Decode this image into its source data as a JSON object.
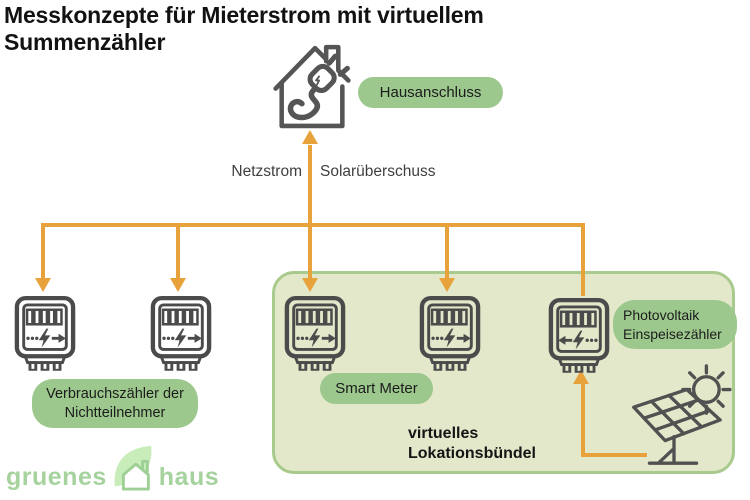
{
  "title": "Messkonzepte für Mieterstrom mit virtuellem Summenzähler",
  "diagram": {
    "hausanschluss_label": "Hausanschluss",
    "netzstrom_label": "Netzstrom",
    "solarueberschuss_label": "Solarüberschuss",
    "verbrauchszaehler_label": "Verbrauchszähler der Nichtteilnehmer",
    "smart_meter_label": "Smart Meter",
    "pv_meter_label": "Photovoltaik Einspeisezähler",
    "bundle_label": "virtuelles Lokationsbündel"
  },
  "logo": {
    "text_left": "gruenes",
    "text_right": "haus"
  },
  "icons": {
    "house": "house-with-plug-icon",
    "consumption_meter": "electricity-meter-icon",
    "pv_meter": "pv-feed-in-meter-icon",
    "solar": "solar-panel-with-sun-icon",
    "logo_icon": "leaf-house-logo-icon"
  },
  "colors": {
    "arrow": "#e8a23c",
    "pill": "#9dc88d",
    "boxfill": "#e3e8ca",
    "boxborder": "#a8cb8d",
    "meter": "#4b4b4b",
    "logogreen": "#a6d29e",
    "leaf": "#c9ecbb",
    "logohouse": "#9ed096",
    "icon": "#555555"
  }
}
